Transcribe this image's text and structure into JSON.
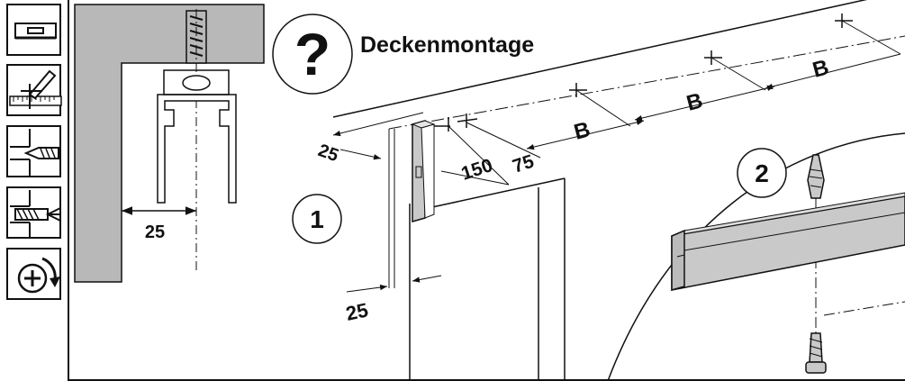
{
  "title": "Deckenmontage",
  "question_mark": "?",
  "steps": {
    "one": "1",
    "two": "2"
  },
  "dimensions": {
    "detail_offset": "25",
    "edge_offset_top": "25",
    "edge_offset_side": "25",
    "first_bracket": "150",
    "bracket_offset": "75",
    "spacing": "B"
  },
  "sidebar_tools": [
    {
      "icon": "level-icon"
    },
    {
      "icon": "pencil-marking-icon"
    },
    {
      "icon": "drill-icon"
    },
    {
      "icon": "wall-plug-icon"
    },
    {
      "icon": "screwdriver-icon"
    }
  ],
  "colors": {
    "gray": "#b8b8b8",
    "line": "#111111",
    "rail": "#c9c9c9"
  }
}
